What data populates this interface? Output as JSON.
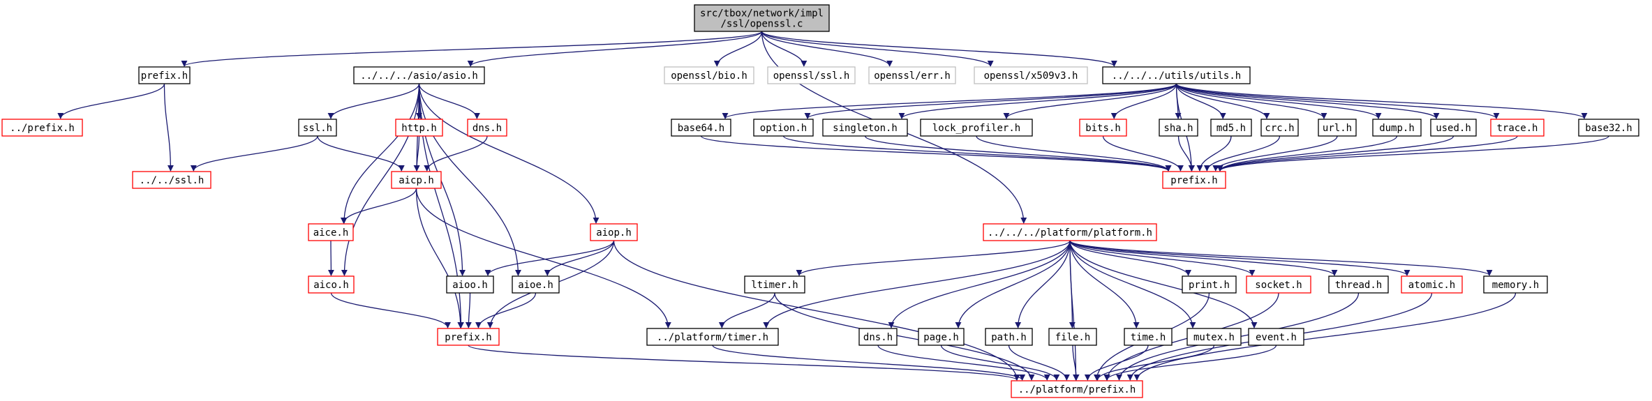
{
  "colors": {
    "edge": "#191970",
    "normal_border": "#000000",
    "red_border": "#ff0000",
    "gray_border": "#bfbfbf",
    "root_fill": "#bfbfbf"
  },
  "nodes": {
    "root": {
      "lines": [
        "src/tbox/network/impl",
        "/ssl/openssl.c"
      ],
      "style": "root"
    },
    "prefix_h_top": {
      "lines": [
        "prefix.h"
      ],
      "style": "normal"
    },
    "asio_h": {
      "lines": [
        "../../../asio/asio.h"
      ],
      "style": "normal"
    },
    "openssl_bio": {
      "lines": [
        "openssl/bio.h"
      ],
      "style": "gray"
    },
    "openssl_ssl": {
      "lines": [
        "openssl/ssl.h"
      ],
      "style": "gray"
    },
    "openssl_err": {
      "lines": [
        "openssl/err.h"
      ],
      "style": "gray"
    },
    "openssl_x509": {
      "lines": [
        "openssl/x509v3.h"
      ],
      "style": "gray"
    },
    "utils_h": {
      "lines": [
        "../../../utils/utils.h"
      ],
      "style": "normal"
    },
    "dotdot_prefix": {
      "lines": [
        "../prefix.h"
      ],
      "style": "red"
    },
    "ssl_h_asio": {
      "lines": [
        "ssl.h"
      ],
      "style": "normal"
    },
    "http_h": {
      "lines": [
        "http.h"
      ],
      "style": "red"
    },
    "dns_h_asio": {
      "lines": [
        "dns.h"
      ],
      "style": "red"
    },
    "dotdot_ssl": {
      "lines": [
        "../../ssl.h"
      ],
      "style": "red"
    },
    "aicp_h": {
      "lines": [
        "aicp.h"
      ],
      "style": "red"
    },
    "aice_h": {
      "lines": [
        "aice.h"
      ],
      "style": "red"
    },
    "aiop_h": {
      "lines": [
        "aiop.h"
      ],
      "style": "red"
    },
    "aico_h": {
      "lines": [
        "aico.h"
      ],
      "style": "red"
    },
    "aioo_h": {
      "lines": [
        "aioo.h"
      ],
      "style": "normal"
    },
    "aioe_h": {
      "lines": [
        "aioe.h"
      ],
      "style": "normal"
    },
    "prefix_h_asio": {
      "lines": [
        "prefix.h"
      ],
      "style": "red"
    },
    "base64_h": {
      "lines": [
        "base64.h"
      ],
      "style": "normal"
    },
    "option_h": {
      "lines": [
        "option.h"
      ],
      "style": "normal"
    },
    "singleton_h": {
      "lines": [
        "singleton.h"
      ],
      "style": "normal"
    },
    "lock_profiler_h": {
      "lines": [
        "lock_profiler.h"
      ],
      "style": "normal"
    },
    "bits_h": {
      "lines": [
        "bits.h"
      ],
      "style": "red"
    },
    "sha_h": {
      "lines": [
        "sha.h"
      ],
      "style": "normal"
    },
    "md5_h": {
      "lines": [
        "md5.h"
      ],
      "style": "normal"
    },
    "crc_h": {
      "lines": [
        "crc.h"
      ],
      "style": "normal"
    },
    "url_h": {
      "lines": [
        "url.h"
      ],
      "style": "normal"
    },
    "dump_h": {
      "lines": [
        "dump.h"
      ],
      "style": "normal"
    },
    "used_h": {
      "lines": [
        "used.h"
      ],
      "style": "normal"
    },
    "trace_h": {
      "lines": [
        "trace.h"
      ],
      "style": "red"
    },
    "base32_h": {
      "lines": [
        "base32.h"
      ],
      "style": "normal"
    },
    "prefix_h_utils": {
      "lines": [
        "prefix.h"
      ],
      "style": "red"
    },
    "platform_h": {
      "lines": [
        "../../../platform/platform.h"
      ],
      "style": "red"
    },
    "ltimer_h": {
      "lines": [
        "ltimer.h"
      ],
      "style": "normal"
    },
    "print_h": {
      "lines": [
        "print.h"
      ],
      "style": "normal"
    },
    "socket_h": {
      "lines": [
        "socket.h"
      ],
      "style": "red"
    },
    "thread_h": {
      "lines": [
        "thread.h"
      ],
      "style": "normal"
    },
    "atomic_h": {
      "lines": [
        "atomic.h"
      ],
      "style": "red"
    },
    "memory_h": {
      "lines": [
        "memory.h"
      ],
      "style": "normal"
    },
    "platform_timer_h": {
      "lines": [
        "../platform/timer.h"
      ],
      "style": "normal"
    },
    "dns_h_plat": {
      "lines": [
        "dns.h"
      ],
      "style": "normal"
    },
    "page_h": {
      "lines": [
        "page.h"
      ],
      "style": "normal"
    },
    "path_h": {
      "lines": [
        "path.h"
      ],
      "style": "normal"
    },
    "file_h": {
      "lines": [
        "file.h"
      ],
      "style": "normal"
    },
    "time_h": {
      "lines": [
        "time.h"
      ],
      "style": "normal"
    },
    "mutex_h": {
      "lines": [
        "mutex.h"
      ],
      "style": "normal"
    },
    "event_h": {
      "lines": [
        "event.h"
      ],
      "style": "normal"
    },
    "platform_prefix_h": {
      "lines": [
        "../platform/prefix.h"
      ],
      "style": "red"
    }
  },
  "edges": [
    [
      "root",
      "prefix_h_top"
    ],
    [
      "root",
      "asio_h"
    ],
    [
      "root",
      "openssl_bio"
    ],
    [
      "root",
      "openssl_ssl"
    ],
    [
      "root",
      "openssl_err"
    ],
    [
      "root",
      "openssl_x509"
    ],
    [
      "root",
      "utils_h"
    ],
    [
      "root",
      "platform_h"
    ],
    [
      "prefix_h_top",
      "dotdot_prefix"
    ],
    [
      "prefix_h_top",
      "dotdot_ssl"
    ],
    [
      "asio_h",
      "ssl_h_asio"
    ],
    [
      "asio_h",
      "http_h"
    ],
    [
      "asio_h",
      "dns_h_asio"
    ],
    [
      "asio_h",
      "aicp_h"
    ],
    [
      "asio_h",
      "aice_h"
    ],
    [
      "asio_h",
      "aico_h"
    ],
    [
      "asio_h",
      "aioo_h"
    ],
    [
      "asio_h",
      "aioe_h"
    ],
    [
      "asio_h",
      "aiop_h"
    ],
    [
      "asio_h",
      "prefix_h_asio"
    ],
    [
      "ssl_h_asio",
      "dotdot_ssl"
    ],
    [
      "ssl_h_asio",
      "aicp_h"
    ],
    [
      "http_h",
      "aicp_h"
    ],
    [
      "dns_h_asio",
      "aicp_h"
    ],
    [
      "aicp_h",
      "aice_h"
    ],
    [
      "aicp_h",
      "prefix_h_asio"
    ],
    [
      "aicp_h",
      "platform_timer_h"
    ],
    [
      "aice_h",
      "aico_h"
    ],
    [
      "aico_h",
      "prefix_h_asio"
    ],
    [
      "aiop_h",
      "aioo_h"
    ],
    [
      "aiop_h",
      "aioe_h"
    ],
    [
      "aiop_h",
      "prefix_h_asio"
    ],
    [
      "aiop_h",
      "platform_prefix_h"
    ],
    [
      "aioo_h",
      "prefix_h_asio"
    ],
    [
      "aioe_h",
      "prefix_h_asio"
    ],
    [
      "prefix_h_asio",
      "platform_prefix_h"
    ],
    [
      "utils_h",
      "base64_h"
    ],
    [
      "utils_h",
      "option_h"
    ],
    [
      "utils_h",
      "singleton_h"
    ],
    [
      "utils_h",
      "lock_profiler_h"
    ],
    [
      "utils_h",
      "bits_h"
    ],
    [
      "utils_h",
      "sha_h"
    ],
    [
      "utils_h",
      "md5_h"
    ],
    [
      "utils_h",
      "crc_h"
    ],
    [
      "utils_h",
      "url_h"
    ],
    [
      "utils_h",
      "dump_h"
    ],
    [
      "utils_h",
      "used_h"
    ],
    [
      "utils_h",
      "trace_h"
    ],
    [
      "utils_h",
      "base32_h"
    ],
    [
      "utils_h",
      "prefix_h_utils"
    ],
    [
      "base64_h",
      "prefix_h_utils"
    ],
    [
      "option_h",
      "prefix_h_utils"
    ],
    [
      "singleton_h",
      "prefix_h_utils"
    ],
    [
      "lock_profiler_h",
      "prefix_h_utils"
    ],
    [
      "bits_h",
      "prefix_h_utils"
    ],
    [
      "sha_h",
      "prefix_h_utils"
    ],
    [
      "md5_h",
      "prefix_h_utils"
    ],
    [
      "crc_h",
      "prefix_h_utils"
    ],
    [
      "url_h",
      "prefix_h_utils"
    ],
    [
      "dump_h",
      "prefix_h_utils"
    ],
    [
      "used_h",
      "prefix_h_utils"
    ],
    [
      "trace_h",
      "prefix_h_utils"
    ],
    [
      "base32_h",
      "prefix_h_utils"
    ],
    [
      "platform_h",
      "ltimer_h"
    ],
    [
      "platform_h",
      "print_h"
    ],
    [
      "platform_h",
      "socket_h"
    ],
    [
      "platform_h",
      "thread_h"
    ],
    [
      "platform_h",
      "atomic_h"
    ],
    [
      "platform_h",
      "memory_h"
    ],
    [
      "platform_h",
      "platform_timer_h"
    ],
    [
      "platform_h",
      "dns_h_plat"
    ],
    [
      "platform_h",
      "page_h"
    ],
    [
      "platform_h",
      "path_h"
    ],
    [
      "platform_h",
      "file_h"
    ],
    [
      "platform_h",
      "time_h"
    ],
    [
      "platform_h",
      "mutex_h"
    ],
    [
      "platform_h",
      "event_h"
    ],
    [
      "platform_h",
      "platform_prefix_h"
    ],
    [
      "ltimer_h",
      "platform_timer_h"
    ],
    [
      "ltimer_h",
      "platform_prefix_h"
    ],
    [
      "platform_timer_h",
      "platform_prefix_h"
    ],
    [
      "dns_h_plat",
      "platform_prefix_h"
    ],
    [
      "page_h",
      "platform_prefix_h"
    ],
    [
      "path_h",
      "platform_prefix_h"
    ],
    [
      "file_h",
      "platform_prefix_h"
    ],
    [
      "time_h",
      "platform_prefix_h"
    ],
    [
      "mutex_h",
      "platform_prefix_h"
    ],
    [
      "event_h",
      "platform_prefix_h"
    ],
    [
      "print_h",
      "platform_prefix_h"
    ],
    [
      "socket_h",
      "platform_prefix_h"
    ],
    [
      "thread_h",
      "platform_prefix_h"
    ],
    [
      "atomic_h",
      "platform_prefix_h"
    ],
    [
      "memory_h",
      "platform_prefix_h"
    ]
  ]
}
